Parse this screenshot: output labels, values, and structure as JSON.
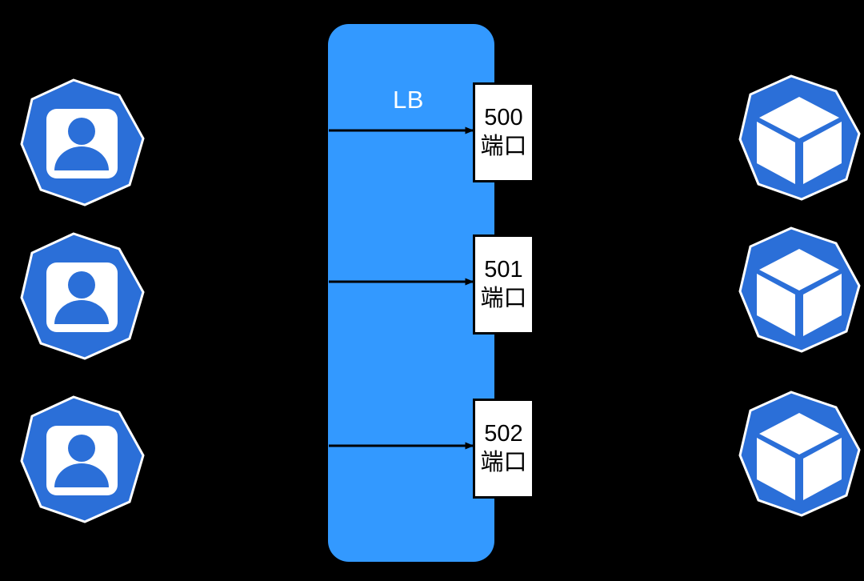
{
  "diagram": {
    "type": "architecture-flow",
    "background_color": "#000000",
    "title_visible": false,
    "load_balancer": {
      "label": "LB",
      "label_color": "#ffffff",
      "panel_color": "#3399ff",
      "shape": "rounded-rectangle"
    },
    "clients": [
      {
        "name": "user-1",
        "icon": "user-heptagon-icon",
        "color": "#2b6fd8"
      },
      {
        "name": "user-2",
        "icon": "user-heptagon-icon",
        "color": "#2b6fd8"
      },
      {
        "name": "user-3",
        "icon": "user-heptagon-icon",
        "color": "#2b6fd8"
      }
    ],
    "ports": [
      {
        "number": "500",
        "unit": "端口"
      },
      {
        "number": "501",
        "unit": "端口"
      },
      {
        "number": "502",
        "unit": "端口"
      }
    ],
    "backends": [
      {
        "name": "container-1",
        "icon": "cube-heptagon-icon",
        "color": "#2b6fd8"
      },
      {
        "name": "container-2",
        "icon": "cube-heptagon-icon",
        "color": "#2b6fd8"
      },
      {
        "name": "container-3",
        "icon": "cube-heptagon-icon",
        "color": "#2b6fd8"
      }
    ],
    "arrows": [
      {
        "from": "lb-left-edge",
        "to": "port-box-500",
        "direction": "right"
      },
      {
        "from": "lb-left-edge",
        "to": "port-box-501",
        "direction": "right"
      },
      {
        "from": "lb-left-edge",
        "to": "port-box-502",
        "direction": "right"
      }
    ],
    "colors": {
      "accent_blue": "#3399ff",
      "icon_blue": "#2b6fd8",
      "stroke": "#000000",
      "surface": "#ffffff"
    }
  }
}
